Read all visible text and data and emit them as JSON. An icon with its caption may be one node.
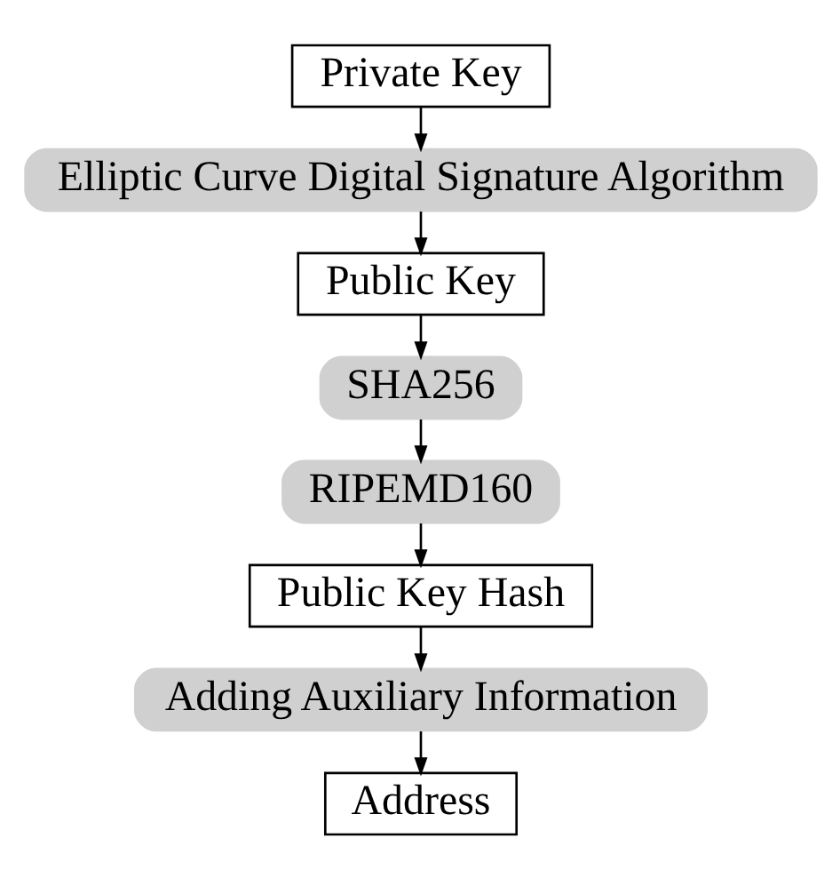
{
  "diagram": {
    "nodes": [
      {
        "text": [
          "Private Key"
        ]
      },
      {
        "text": [
          "Elliptic Curve Digital Signature Algorithm"
        ]
      },
      {
        "text": [
          "Public Key"
        ]
      },
      {
        "text": [
          "SHA256"
        ]
      },
      {
        "text": [
          "RIPEMD160"
        ]
      },
      {
        "text": [
          "Public Key Hash"
        ]
      },
      {
        "text": [
          "Adding Auxiliary Information"
        ]
      },
      {
        "text": [
          "Address"
        ]
      }
    ],
    "edges": [
      {
        "from": 0,
        "to": 1,
        "arrow": "to"
      },
      {
        "from": 1,
        "to": 2,
        "arrow": "to"
      },
      {
        "from": 2,
        "to": 3,
        "arrow": "to"
      },
      {
        "from": 3,
        "to": 4,
        "arrow": "to"
      },
      {
        "from": 4,
        "to": 5,
        "arrow": "to"
      },
      {
        "from": 5,
        "to": 6,
        "arrow": "to"
      },
      {
        "from": 6,
        "to": 7,
        "arrow": "to"
      }
    ]
  }
}
